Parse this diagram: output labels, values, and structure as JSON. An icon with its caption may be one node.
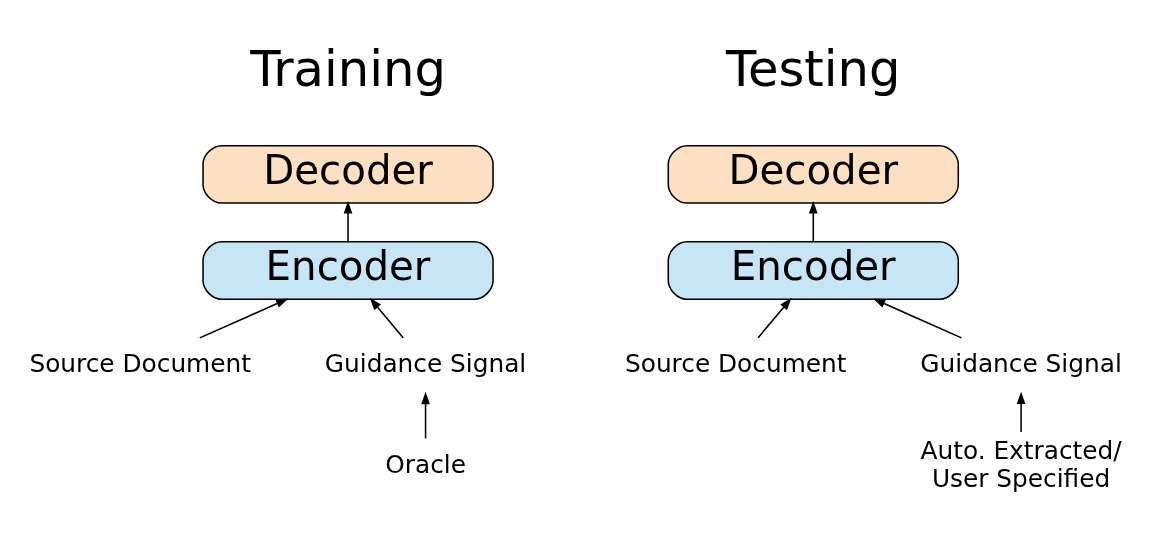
{
  "diagram": {
    "nodes": [
      {
        "text": [
          "Decoder"
        ]
      },
      {
        "text": [
          "Encoder"
        ]
      },
      {
        "text": [
          "Source Document"
        ]
      },
      {
        "text": [
          "Guidance Signal"
        ]
      },
      {
        "text": [
          "Oracle"
        ]
      },
      {
        "text": [
          "Decoder"
        ]
      },
      {
        "text": [
          "Encoder"
        ]
      },
      {
        "text": [
          "Source Document"
        ]
      },
      {
        "text": [
          "Guidance Signal"
        ]
      },
      {
        "text": [
          "Auto. Extracted/ User Specified"
        ]
      }
    ],
    "edges": [
      {
        "from": 1,
        "to": 0,
        "arrow": "to"
      },
      {
        "from": 2,
        "to": 1,
        "arrow": "to"
      },
      {
        "from": 3,
        "to": 1,
        "arrow": "to"
      },
      {
        "from": 4,
        "to": 3,
        "arrow": "to"
      },
      {
        "from": 6,
        "to": 5,
        "arrow": "to"
      },
      {
        "from": 7,
        "to": 6,
        "arrow": "to"
      },
      {
        "from": 8,
        "to": 6,
        "arrow": "to"
      },
      {
        "from": 9,
        "to": 8,
        "arrow": "to"
      }
    ],
    "labels": [
      "Training",
      "Testing"
    ]
  }
}
